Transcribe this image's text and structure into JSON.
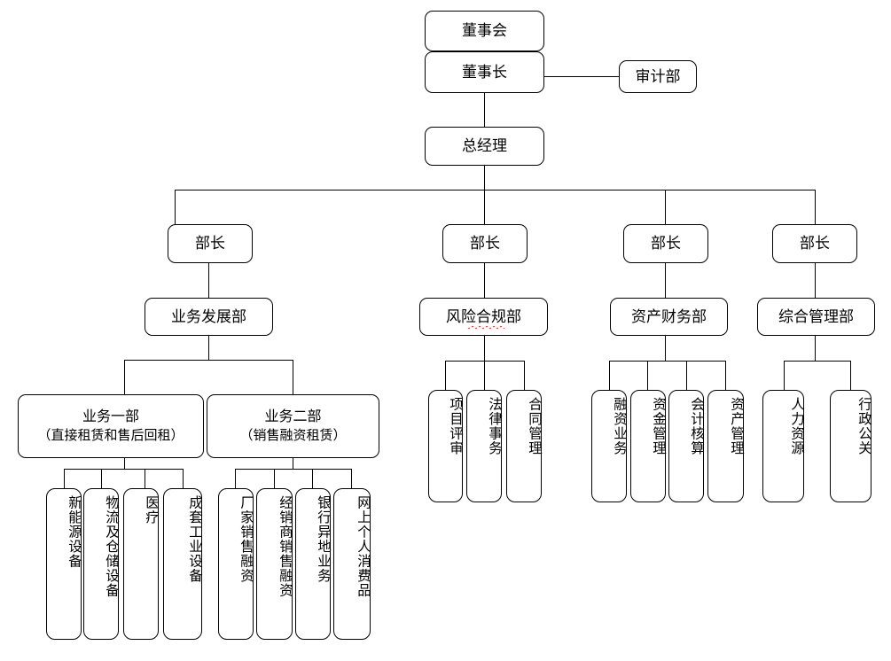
{
  "diagram": {
    "title_nodes": {
      "board": "董事会",
      "chairman": "董事长",
      "audit": "审计部",
      "general_manager": "总经理"
    },
    "director_label": "部长",
    "directors": [
      "部长",
      "部长",
      "部长",
      "部长"
    ],
    "departments": [
      "业务发展部",
      "风险合规部",
      "资产财务部",
      "综合管理部"
    ],
    "business_units": [
      {
        "name": "业务一部",
        "subtitle": "（直接租赁和售后回租）"
      },
      {
        "name": "业务二部",
        "subtitle": "（销售融资租赁）"
      }
    ],
    "unit1_children": [
      "新能源设备",
      "物流及仓储设备",
      "医疗",
      "成套工业设备"
    ],
    "unit2_children": [
      "厂家销售融资",
      "经销商销售融资",
      "银行异地业务",
      "网上个人消费品"
    ],
    "risk_children": [
      "项目评审",
      "法律事务",
      "合同管理"
    ],
    "finance_children": [
      "融资业务",
      "资金管理",
      "会计核算",
      "资产管理"
    ],
    "admin_children": [
      "人力资源",
      "行政公关"
    ],
    "colors": {
      "line": "#000000",
      "box_border": "#000000",
      "box_fill": "#ffffff",
      "text": "#000000",
      "spellcheck_underline": "#d0342c"
    }
  }
}
